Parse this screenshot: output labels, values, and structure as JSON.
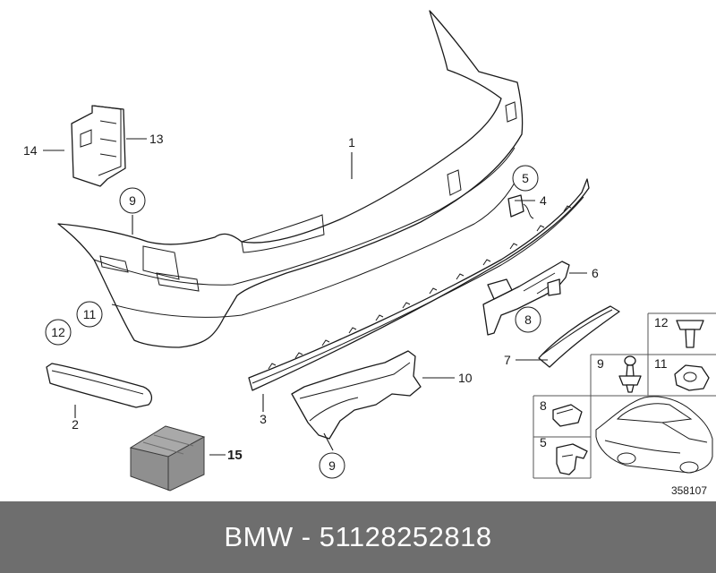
{
  "diagram": {
    "callouts": {
      "c1": "1",
      "c2": "2",
      "c3": "3",
      "c4": "4",
      "c5": "5",
      "c6": "6",
      "c7": "7",
      "c8": "8",
      "c9a": "9",
      "c9b": "9",
      "c10": "10",
      "c11": "11",
      "c12": "12",
      "c13": "13",
      "c14": "14",
      "c15": "15"
    },
    "legend": {
      "l12": "12",
      "l11": "11",
      "l9": "9",
      "l8": "8",
      "l5": "5"
    },
    "drawing_number": "358107"
  },
  "footer": {
    "caption": "BMW - 51128252818",
    "background": "#6e6e6e"
  }
}
